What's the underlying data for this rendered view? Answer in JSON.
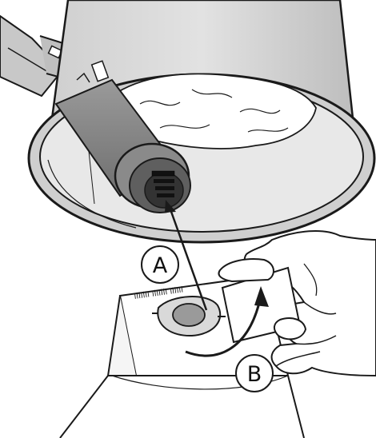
{
  "callouts": {
    "a": "A",
    "b": "B"
  },
  "bag_print": "ıllıllı ılııllı ıllııl",
  "colors": {
    "line": "#1a1a1a",
    "body_fill": "#d9d9d9",
    "body_dark": "#a8a8a8",
    "interior": "#e6e6e6",
    "background": "#ffffff"
  }
}
